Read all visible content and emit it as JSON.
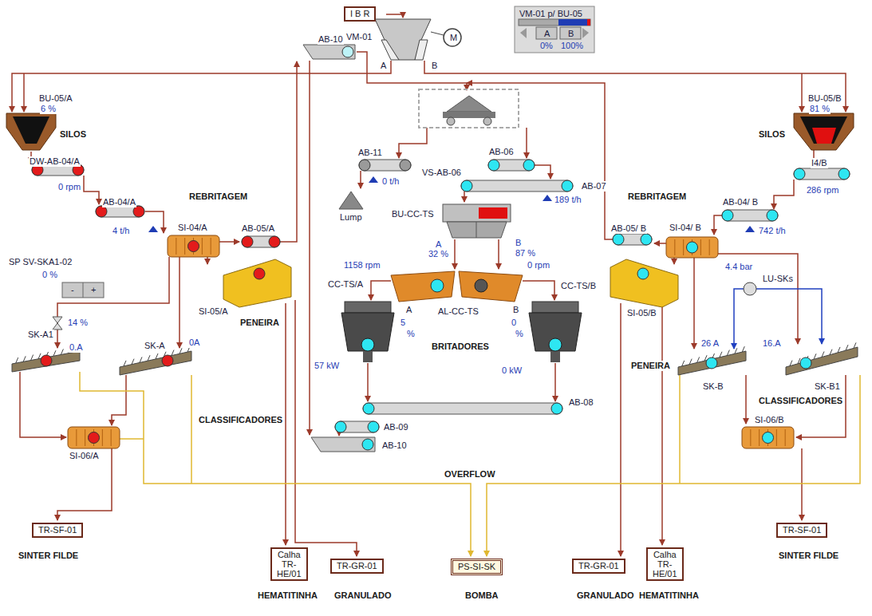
{
  "diagram": {
    "nodes": [
      {
        "text": [
          "I B R"
        ]
      },
      {
        "text": [
          "TR-SF-01"
        ]
      },
      {
        "text": [
          "Calha TR-HE/01"
        ]
      },
      {
        "text": [
          "TR-GR-01"
        ]
      },
      {
        "text": [
          "PS-SI-SK"
        ]
      },
      {
        "text": [
          "TR-GR-01"
        ]
      },
      {
        "text": [
          "Calha TR-HE/01"
        ]
      },
      {
        "text": [
          "TR-SF-01"
        ]
      }
    ],
    "labels": [
      "VM-01",
      "M",
      "A",
      "B",
      "VM-01 p/ BU-05",
      "A",
      "B",
      "0%",
      "100%",
      "BU-05/A",
      "6 %",
      "SILOS",
      "AB-10",
      "DW-AB-04/A",
      "0 rpm",
      "AB-04/A",
      "4 t/h",
      "REBRITAGEM",
      "SI-04/A",
      "AB-05/A",
      "SP SV-SKA1-02",
      "0 %",
      "-",
      "+",
      "SI-05/A",
      "PENEIRA",
      "14 %",
      "SK-A1",
      "0.A",
      "SK-A",
      "0A",
      "CLASSIFICADORES",
      "SI-06/A",
      "SINTER FILDE",
      "HEMATITINHA",
      "GRANULADO",
      "BOMBA",
      "AB-11",
      "0 t/h",
      "Lump",
      "VS-AB-06",
      "AB-06",
      "AB-07",
      "189 t/h",
      "BU-CC-TS",
      "A",
      "B",
      "32 %",
      "87 %",
      "1158 rpm",
      "0 rpm",
      "A",
      "B",
      "AL-CC-TS",
      "CC-TS/A",
      "CC-TS/B",
      "5",
      "%",
      "0",
      "%",
      "BRITADORES",
      "57 kW",
      "0 kW",
      "AB-08",
      "AB-09",
      "AB-10",
      "OVERFLOW",
      "BU-05/B",
      "81 %",
      "SILOS",
      "I4/B",
      "286 rpm",
      "AB-04/ B",
      "742 t/h",
      "REBRITAGEM",
      "SI-04/ B",
      "AB-05/ B",
      "4.4 bar",
      "LU-SKs",
      "SI-05/B",
      "PENEIRA",
      "26 A",
      "16.A",
      "SK-B",
      "SK-B1",
      "CLASSIFICADORES",
      "SI-06/B",
      "SINTER FILDE",
      "GRANULADO",
      "HEMATITINHA"
    ]
  }
}
